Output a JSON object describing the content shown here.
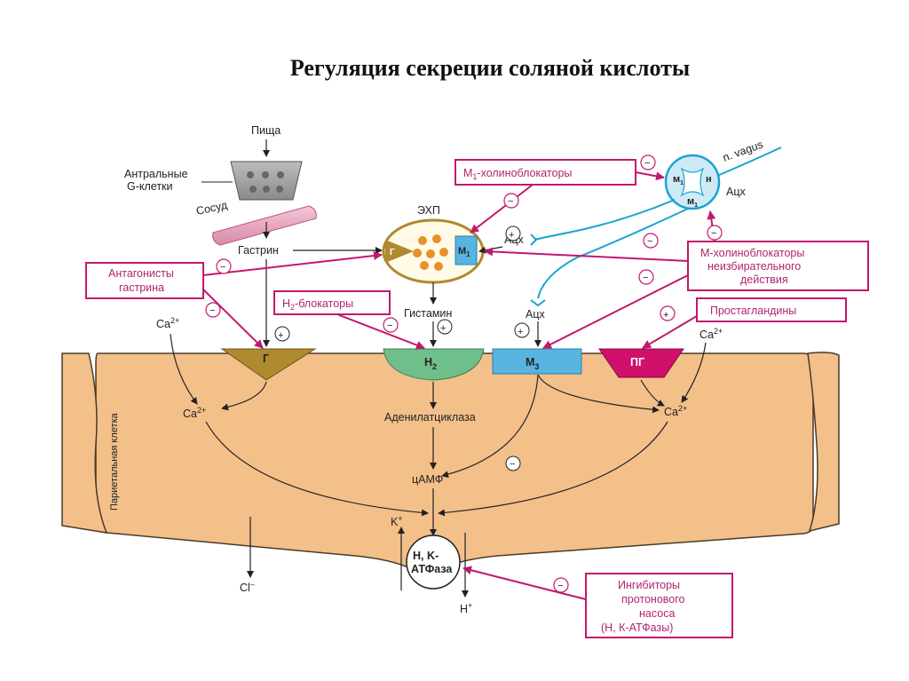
{
  "title": "Регуляция секреции соляной кислоты",
  "labels": {
    "food": "Пища",
    "antral_1": "Антральные",
    "antral_2": "G-клетки",
    "vessel": "Сосуд",
    "gastrin": "Гастрин",
    "ecl": "ЭХП",
    "ecl_g": "Г",
    "ecl_m1": "М",
    "ecl_m1_sub": "1",
    "ach_top": "Ацх",
    "ach_mid": "Ацх",
    "ach_low": "Ацх",
    "histamine": "Гистамин",
    "vagus": "n. vagus",
    "ganglion_m1a": "м",
    "ganglion_m1a_sub": "1",
    "ganglion_n": "н",
    "ganglion_m1b": "м",
    "ganglion_m1b_sub": "1",
    "ca_left_out": "Ca",
    "ca_left_in": "Ca",
    "ca_right_out": "Ca",
    "ca_right_in": "Ca",
    "ca_sup": "2+",
    "parietal_cell": "Париетальная клетка",
    "receptor_g": "Г",
    "receptor_h2": "Н",
    "receptor_h2_sub": "2",
    "receptor_m3": "М",
    "receptor_m3_sub": "3",
    "receptor_pg": "ПГ",
    "adenylate_cyclase": "Аденилатциклаза",
    "camp": "цАМФ",
    "k_ion": "K",
    "h_ion": "H",
    "cl_ion": "Cl",
    "cl_sup": "–",
    "plus_sup": "+",
    "atpase_1": "H, K-",
    "atpase_2": "АТФаза",
    "sign_plus": "+",
    "sign_minus": "−"
  },
  "boxes": {
    "gastrin_antagonists_1": "Антагонисты",
    "gastrin_antagonists_2": "гастрина",
    "h2_blockers": "-блокаторы",
    "h2_blockers_h": "Н",
    "h2_blockers_sub": "2",
    "m1_blockers": "-холиноблокаторы",
    "m1_blockers_m": "М",
    "m1_blockers_sub": "1",
    "m_nonselective_1": "М-холиноблокаторы",
    "m_nonselective_2": "неизбирательного",
    "m_nonselective_3": "действия",
    "prostaglandins": "Простагландины",
    "ppi_1": "Ингибиторы",
    "ppi_2": "протонового",
    "ppi_3": "насоса",
    "ppi_4": "(Н, К-АТФазы)"
  },
  "colors": {
    "cell": "#f3c08a",
    "magenta": "#c2186f",
    "cyan": "#1aa4d0",
    "green_receptor": "#6fbf8a",
    "blue_receptor": "#58b4e0",
    "olive_receptor": "#b08a2e",
    "pg_receptor": "#d0106a"
  }
}
